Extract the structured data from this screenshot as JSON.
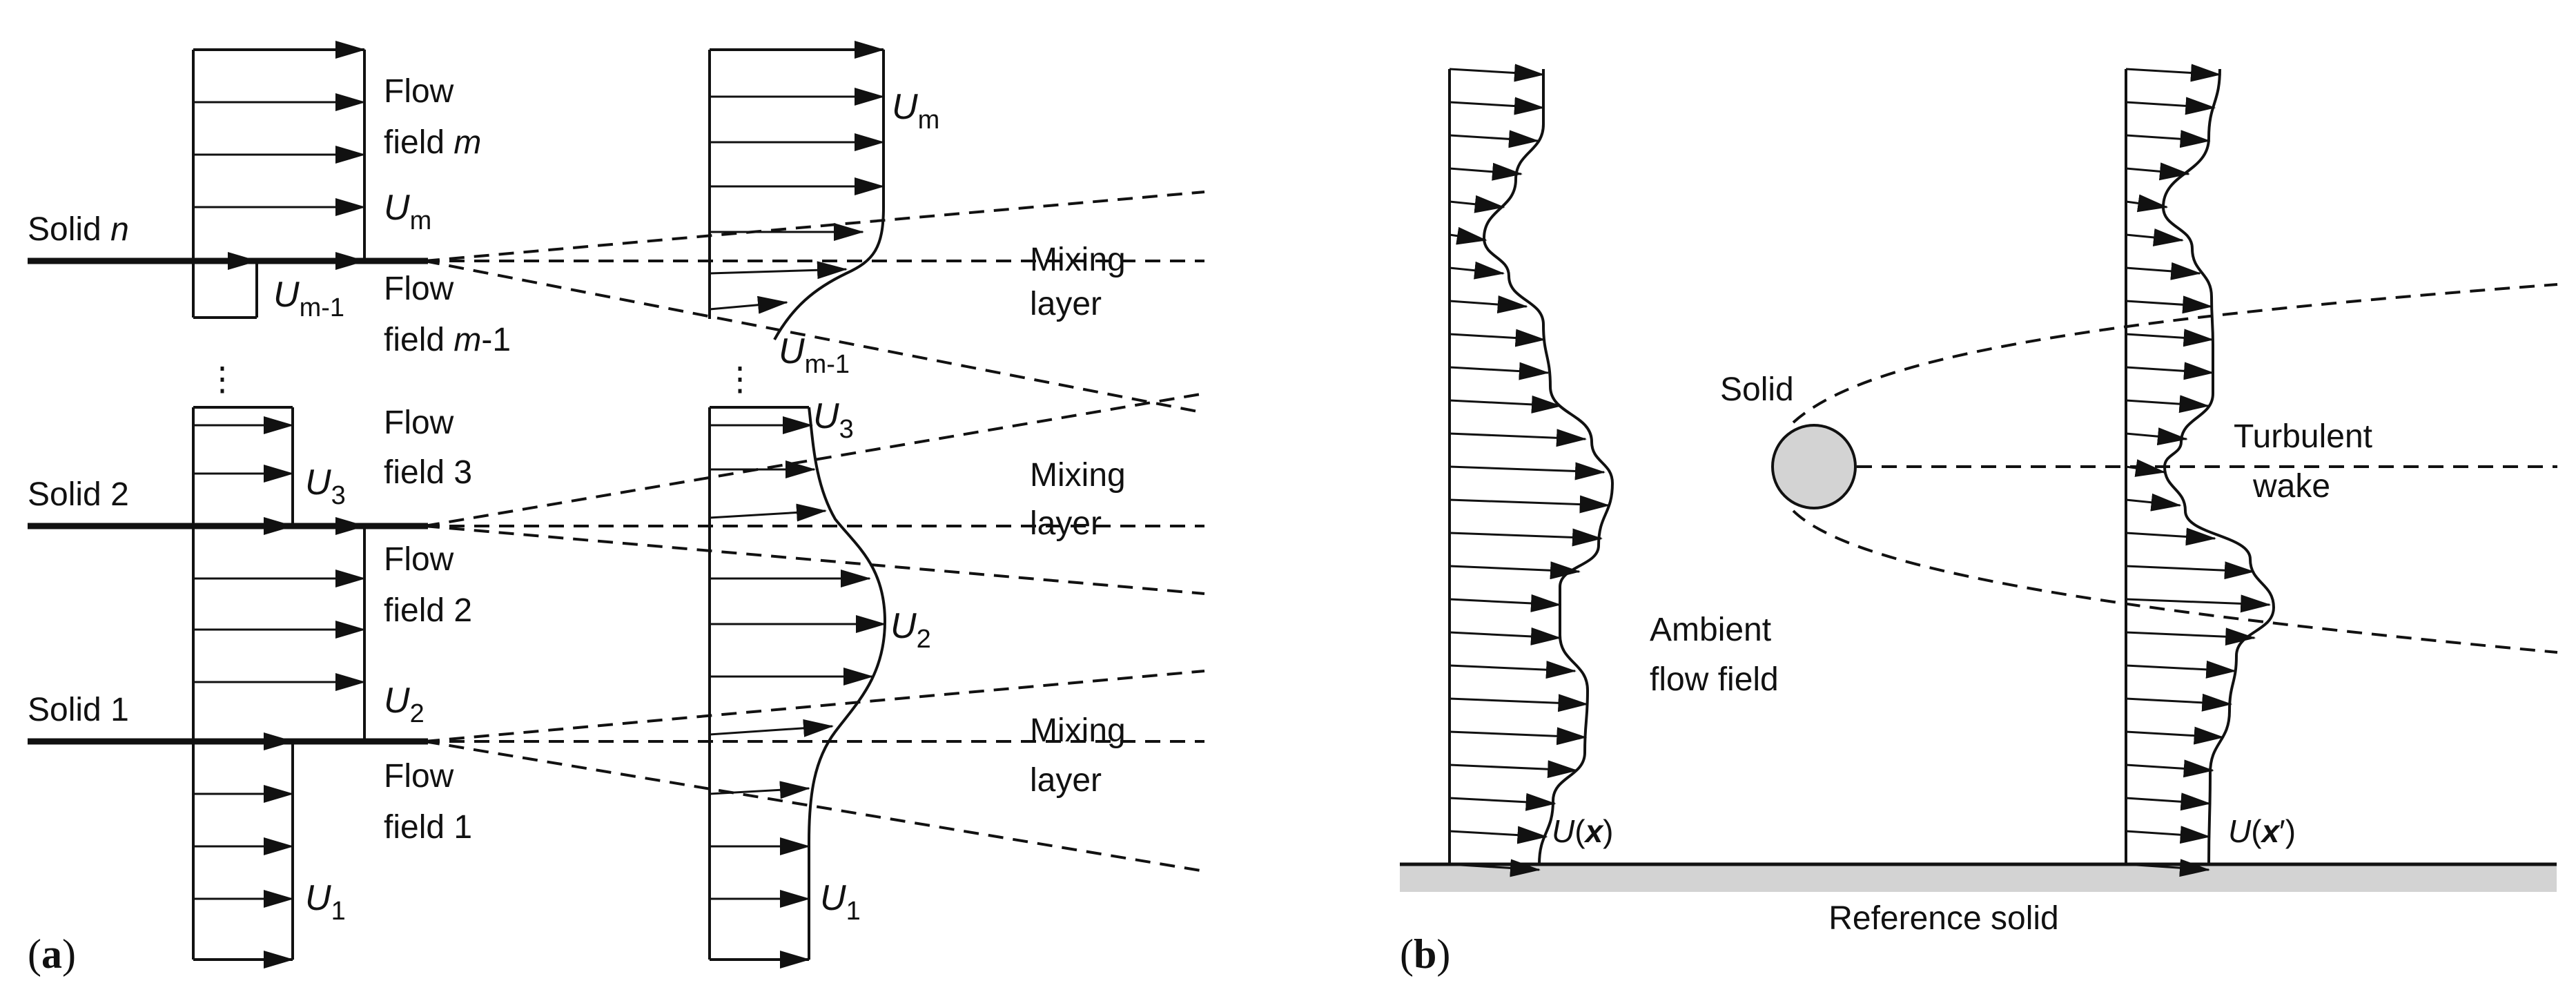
{
  "panel_a": {
    "label_paren_open": "(",
    "label_letter": "a",
    "label_paren_close": ")",
    "solids": [
      {
        "text": "Solid ",
        "n": "n"
      },
      {
        "text": "Solid 2"
      },
      {
        "text": "Solid 1"
      }
    ],
    "flow_fields": [
      {
        "line1": "Flow",
        "line2": "field ",
        "suffix": "m"
      },
      {
        "line1": "Flow",
        "line2": "field ",
        "suffix": "m",
        "tail": "-1"
      },
      {
        "line1": "Flow",
        "line2": "field 3"
      },
      {
        "line1": "Flow",
        "line2": "field 2"
      },
      {
        "line1": "Flow",
        "line2": "field 1"
      }
    ],
    "mixing_layer": {
      "line1": "Mixing",
      "line2": "layer"
    },
    "velocity": {
      "U": "U",
      "sub_m": "m",
      "sub_m1_var": "m",
      "sub_m1_num": "-1",
      "sub_3": "3",
      "sub_2": "2",
      "sub_1": "1"
    },
    "ellipsis": "⋮"
  },
  "panel_b": {
    "label_paren_open": "(",
    "label_letter": "b",
    "label_paren_close": ")",
    "solid": "Solid",
    "turbulent_wake": {
      "line1": "Turbulent",
      "line2": "wake"
    },
    "ambient_flow_field": {
      "line1": "Ambient",
      "line2": "flow field"
    },
    "reference_solid": "Reference solid",
    "u_x": {
      "U": "U",
      "open": "(",
      "x": "x",
      "close": ")"
    },
    "u_xp": {
      "U": "U",
      "open": "(",
      "x": "x",
      "prime": "′",
      "close": ")"
    }
  },
  "colors": {
    "ink": "#111111",
    "solid_fill": "#d3d3d3",
    "ground_fill": "#d3d3d3"
  }
}
